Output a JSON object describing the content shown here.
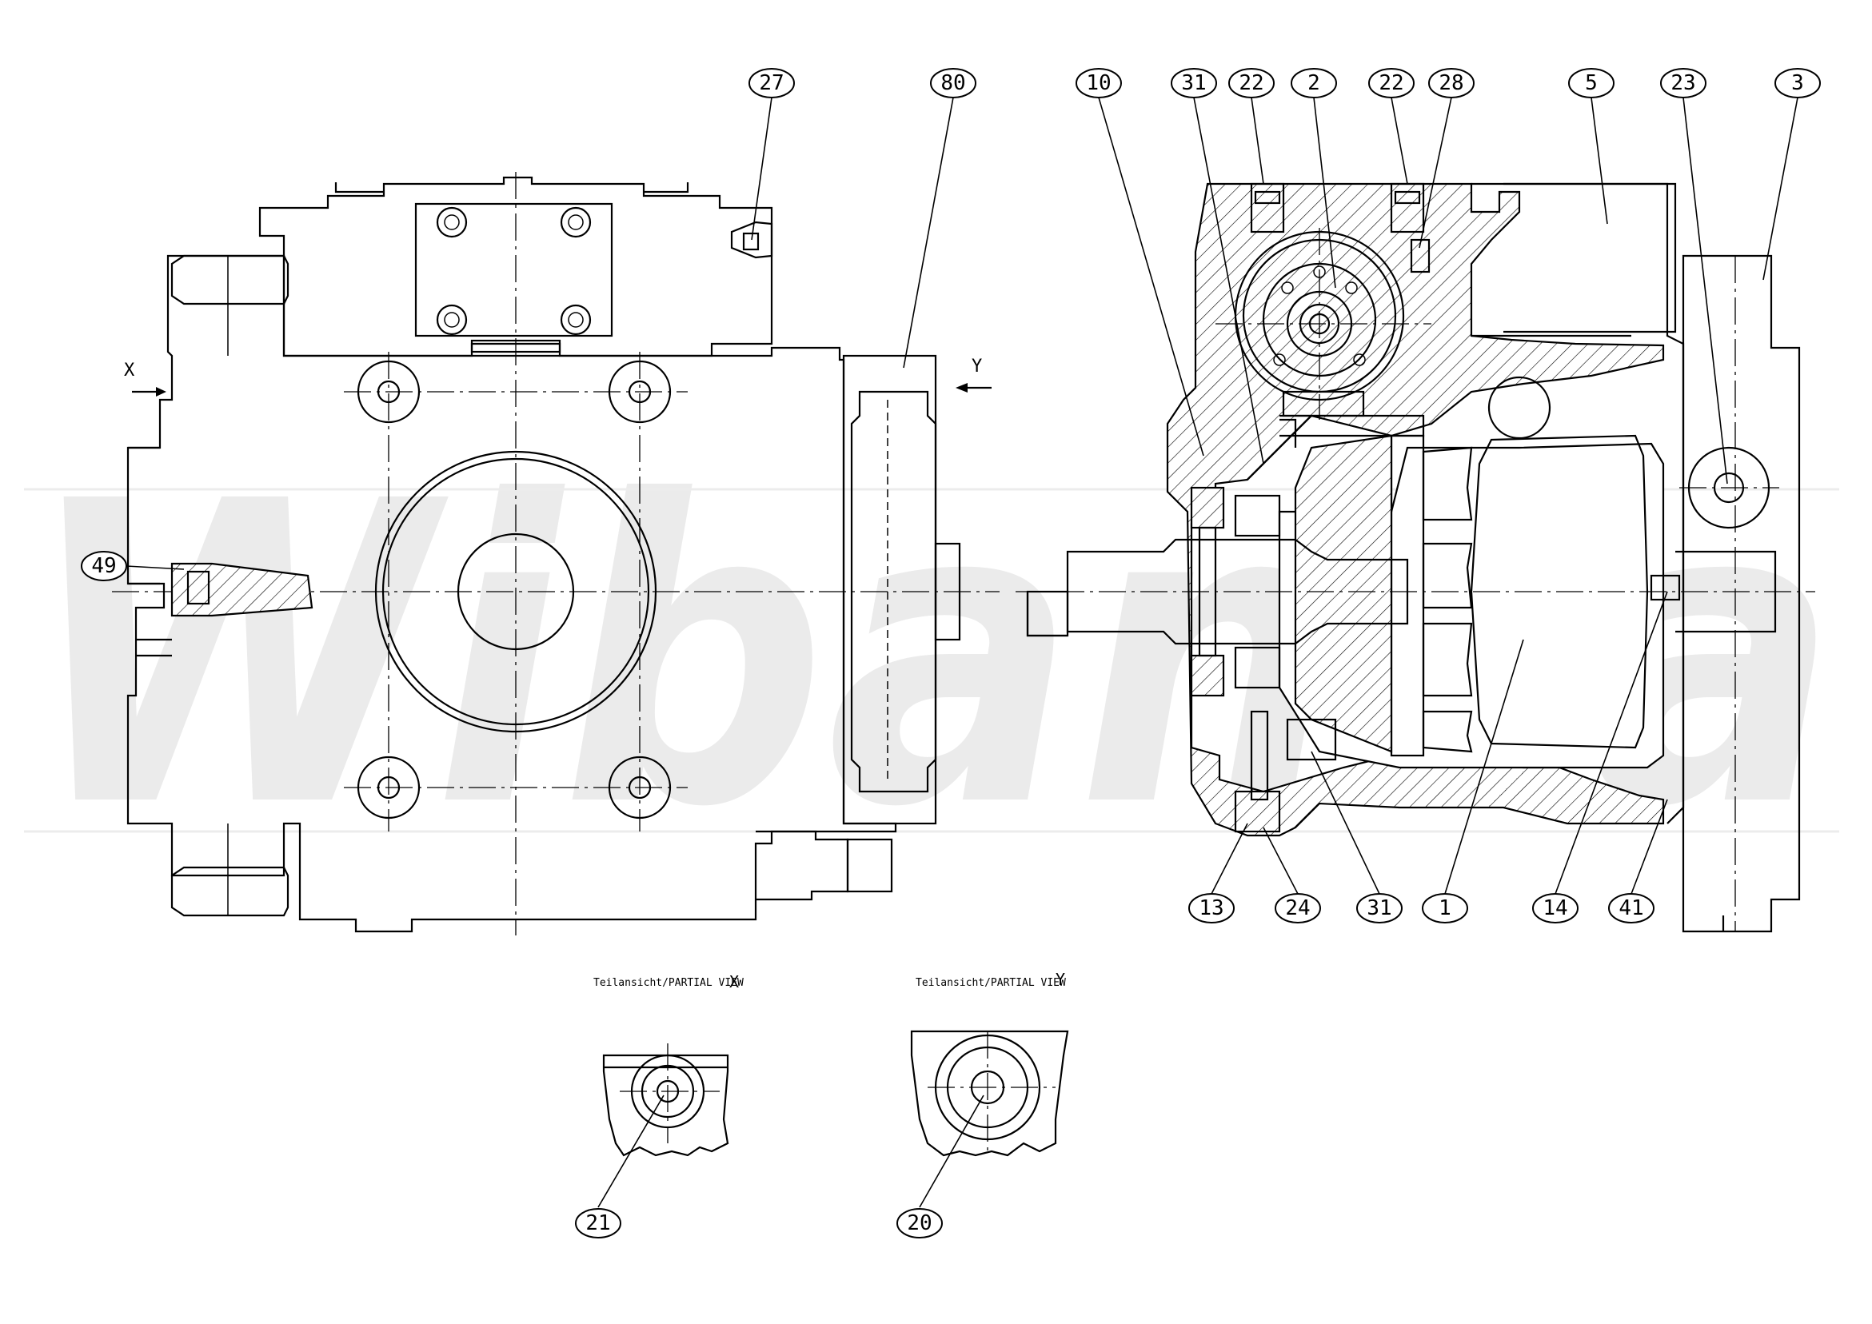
{
  "watermark": "Wibanka",
  "balloons": [
    {
      "id": "b27",
      "text": "27"
    },
    {
      "id": "b80",
      "text": "80"
    },
    {
      "id": "b10",
      "text": "10"
    },
    {
      "id": "b31a",
      "text": "31"
    },
    {
      "id": "b22a",
      "text": "22"
    },
    {
      "id": "b2",
      "text": "2"
    },
    {
      "id": "b22b",
      "text": "22"
    },
    {
      "id": "b28",
      "text": "28"
    },
    {
      "id": "b5",
      "text": "5"
    },
    {
      "id": "b23",
      "text": "23"
    },
    {
      "id": "b3",
      "text": "3"
    },
    {
      "id": "b49",
      "text": "49"
    },
    {
      "id": "b13",
      "text": "13"
    },
    {
      "id": "b24",
      "text": "24"
    },
    {
      "id": "b31b",
      "text": "31"
    },
    {
      "id": "b1",
      "text": "1"
    },
    {
      "id": "b14",
      "text": "14"
    },
    {
      "id": "b41",
      "text": "41"
    },
    {
      "id": "b21",
      "text": "21"
    },
    {
      "id": "b20",
      "text": "20"
    }
  ],
  "view_arrows": {
    "x": "X",
    "y": "Y"
  },
  "partial_views": [
    {
      "caption": "Teilansicht/PARTIAL VIEW",
      "letter": "X"
    },
    {
      "caption": "Teilansicht/PARTIAL VIEW",
      "letter": "Y"
    }
  ]
}
